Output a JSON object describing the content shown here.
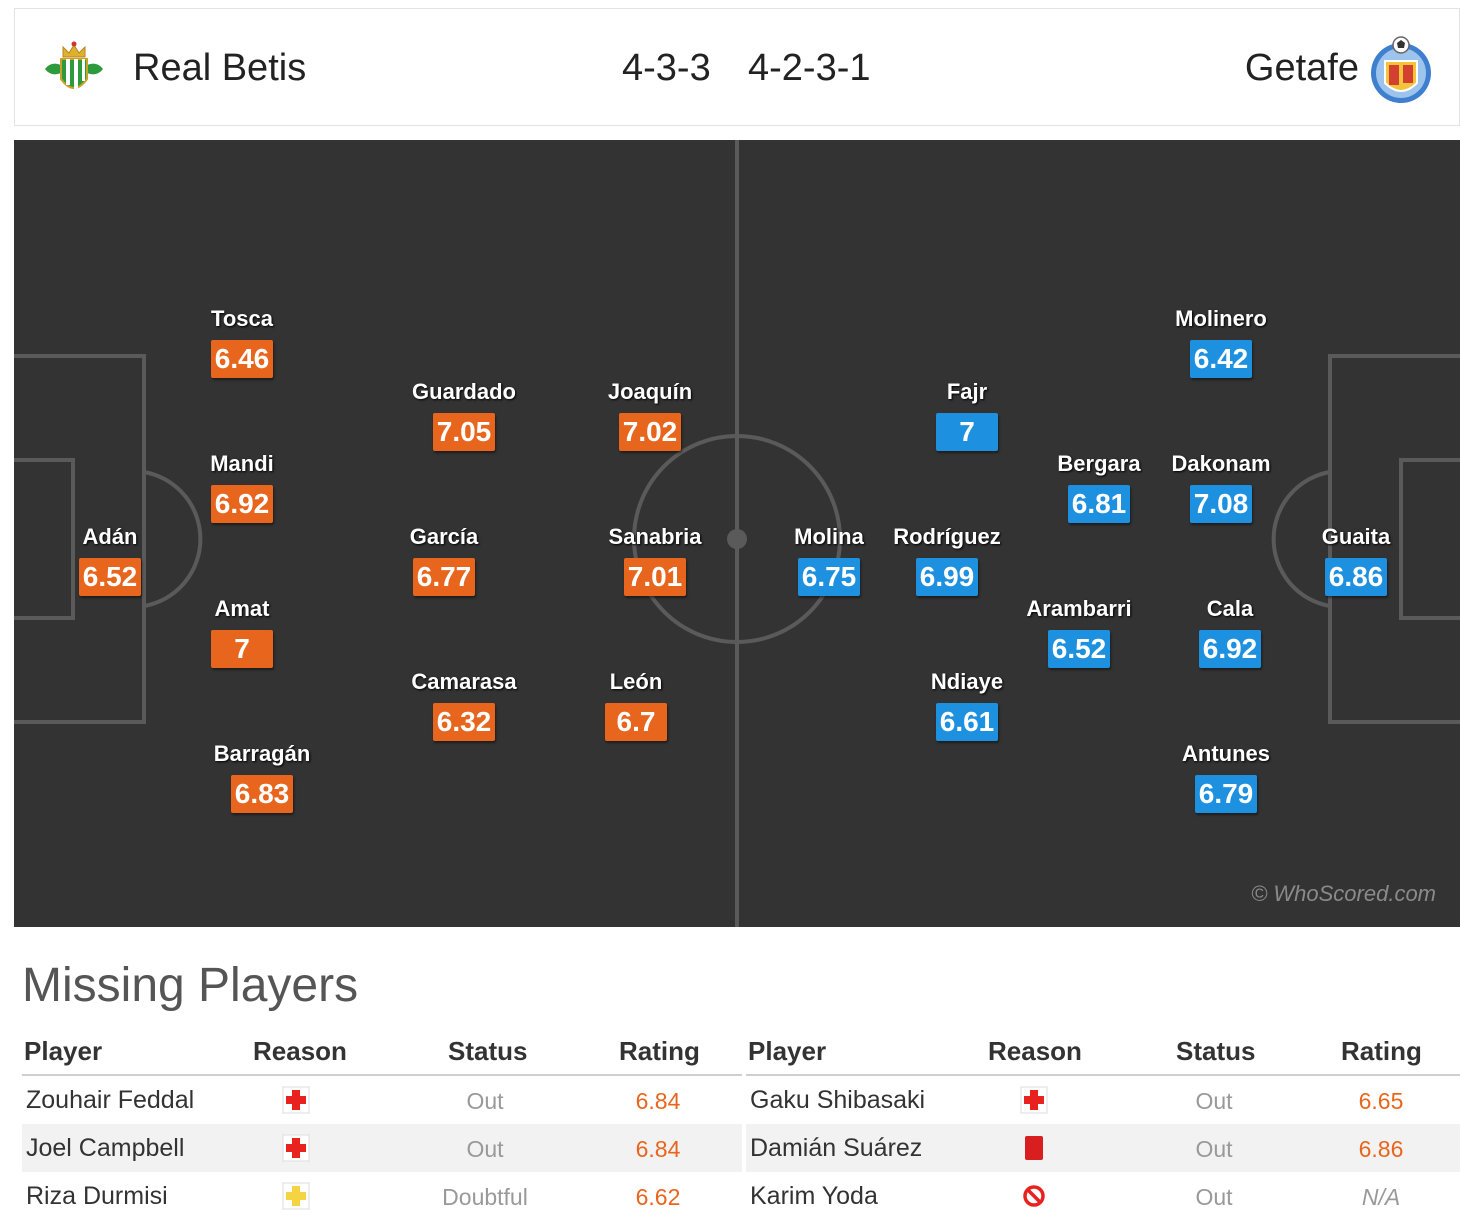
{
  "header": {
    "home_team": "Real Betis",
    "away_team": "Getafe",
    "home_formation": "4-3-3",
    "away_formation": "4-2-3-1",
    "home_crest_icon": "real-betis-crest-icon",
    "away_crest_icon": "getafe-crest-icon"
  },
  "colors": {
    "home_rating": "#e8651e",
    "away_rating": "#1e90e0",
    "pitch": "#333333",
    "injury_red": "#e8231f",
    "doubt_yellow": "#f5d442"
  },
  "pitch": {
    "watermark": "© WhoScored.com",
    "home_players": [
      {
        "name": "Adán",
        "rating": "6.52"
      },
      {
        "name": "Tosca",
        "rating": "6.46"
      },
      {
        "name": "Mandi",
        "rating": "6.92"
      },
      {
        "name": "Amat",
        "rating": "7"
      },
      {
        "name": "Barragán",
        "rating": "6.83"
      },
      {
        "name": "Guardado",
        "rating": "7.05"
      },
      {
        "name": "García",
        "rating": "6.77"
      },
      {
        "name": "Camarasa",
        "rating": "6.32"
      },
      {
        "name": "Joaquín",
        "rating": "7.02"
      },
      {
        "name": "Sanabria",
        "rating": "7.01"
      },
      {
        "name": "León",
        "rating": "6.7"
      }
    ],
    "away_players": [
      {
        "name": "Molina",
        "rating": "6.75"
      },
      {
        "name": "Fajr",
        "rating": "7"
      },
      {
        "name": "Rodríguez",
        "rating": "6.99"
      },
      {
        "name": "Ndiaye",
        "rating": "6.61"
      },
      {
        "name": "Bergara",
        "rating": "6.81"
      },
      {
        "name": "Arambarri",
        "rating": "6.52"
      },
      {
        "name": "Molinero",
        "rating": "6.42"
      },
      {
        "name": "Dakonam",
        "rating": "7.08"
      },
      {
        "name": "Cala",
        "rating": "6.92"
      },
      {
        "name": "Antunes",
        "rating": "6.79"
      },
      {
        "name": "Guaita",
        "rating": "6.86"
      }
    ]
  },
  "missing": {
    "title": "Missing Players",
    "columns": {
      "player": "Player",
      "reason": "Reason",
      "status": "Status",
      "rating": "Rating"
    },
    "home": [
      {
        "player": "Zouhair Feddal",
        "reason_icon": "injury-icon",
        "status": "Out",
        "rating": "6.84"
      },
      {
        "player": "Joel Campbell",
        "reason_icon": "injury-icon",
        "status": "Out",
        "rating": "6.84"
      },
      {
        "player": "Riza Durmisi",
        "reason_icon": "doubtful-injury-icon",
        "status": "Doubtful",
        "rating": "6.62"
      }
    ],
    "away": [
      {
        "player": "Gaku Shibasaki",
        "reason_icon": "injury-icon",
        "status": "Out",
        "rating": "6.65"
      },
      {
        "player": "Damián Suárez",
        "reason_icon": "red-card-icon",
        "status": "Out",
        "rating": "6.86"
      },
      {
        "player": "Karim Yoda",
        "reason_icon": "suspended-icon",
        "status": "Out",
        "rating": "N/A"
      }
    ]
  }
}
